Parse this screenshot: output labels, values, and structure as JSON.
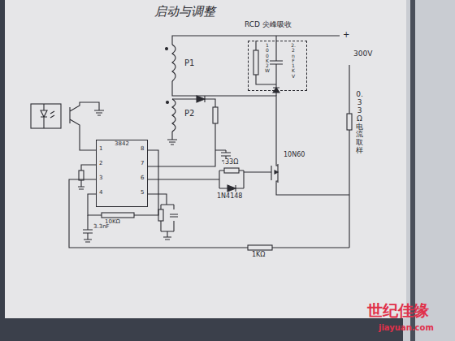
{
  "diagram": {
    "title": "启动与调整",
    "nodes": [
      {
        "text": [
          "RCD 尖峰吸收",
          "100K 2W",
          "2.2nF 1KV"
        ]
      },
      {
        "text": [
          "3842"
        ]
      }
    ],
    "labels": [
      "+",
      "300V",
      "P1",
      "P2",
      "0.33Ω 电流取样",
      "10N60",
      "33Ω",
      "1N4148",
      "1KΩ",
      "10KΩ",
      "3.3nF",
      "1",
      "2",
      "3",
      "4",
      "8",
      "7",
      "6",
      "5",
      "世纪佳缘",
      "jiayuan.com"
    ]
  }
}
